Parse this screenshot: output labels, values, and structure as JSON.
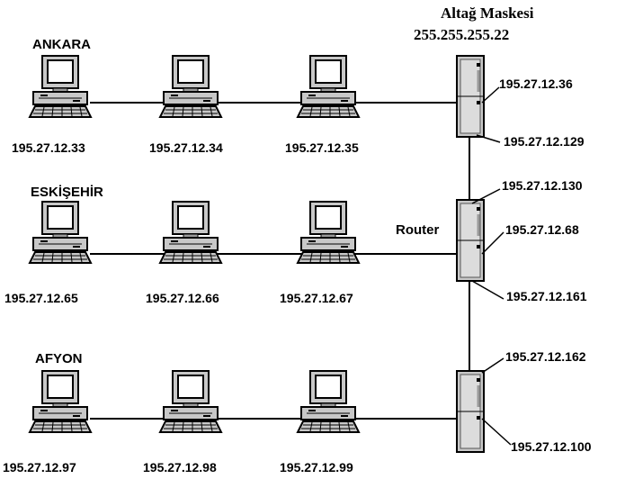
{
  "header": {
    "title": "Altağ Maskesi",
    "mask": "255.255.255.22"
  },
  "router_label": "Router",
  "networks": [
    {
      "city": "ANKARA",
      "hosts": [
        "195.27.12.33",
        "195.27.12.34",
        "195.27.12.35"
      ],
      "router_ips": [
        "195.27.12.36",
        "195.27.12.129"
      ]
    },
    {
      "city": "ESKİŞEHİR",
      "hosts": [
        "195.27.12.65",
        "195.27.12.66",
        "195.27.12.67"
      ],
      "router_ips": [
        "195.27.12.130",
        "195.27.12.68",
        "195.27.12.161"
      ]
    },
    {
      "city": "AFYON",
      "hosts": [
        "195.27.12.97",
        "195.27.12.98",
        "195.27.12.99"
      ],
      "router_ips": [
        "195.27.12.162",
        "195.27.12.100"
      ]
    }
  ],
  "colors": {
    "line": "#000000",
    "device_light": "#c8c8c8",
    "device_mid": "#9a9a9a",
    "screen": "#ffffff"
  }
}
